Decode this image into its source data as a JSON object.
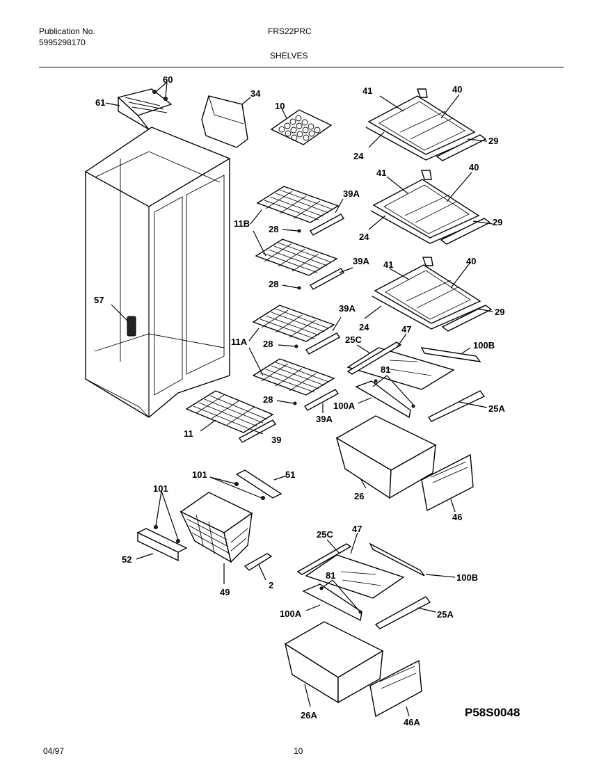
{
  "header": {
    "publication_label": "Publication No.",
    "publication_number": "5995298170",
    "model": "FRS22PRC",
    "section": "SHELVES"
  },
  "footer": {
    "date": "04/97",
    "page": "10"
  },
  "diagram_code": "P58S0048",
  "callouts": {
    "c60": "60",
    "c61": "61",
    "c34": "34",
    "c10": "10",
    "c41a": "41",
    "c40a": "40",
    "c24a": "24",
    "c29a": "29",
    "c41b": "41",
    "c40b": "40",
    "c24b": "24",
    "c29b": "29",
    "c41c": "41",
    "c40c": "40",
    "c24c": "24",
    "c29c": "29",
    "c39Aa": "39A",
    "c11B": "11B",
    "c28a": "28",
    "c39Ab": "39A",
    "c28b": "28",
    "c57": "57",
    "c39Ac": "39A",
    "c11A": "11A",
    "c28c": "28",
    "c28d": "28",
    "c39Ad": "39A",
    "c11": "11",
    "c39": "39",
    "c47a": "47",
    "c25Ca": "25C",
    "c100Ba": "100B",
    "c81a": "81",
    "c100Aa": "100A",
    "c25Aa": "25A",
    "c26": "26",
    "c46": "46",
    "c101a": "101",
    "c51": "51",
    "c101b": "101",
    "c52": "52",
    "c49": "49",
    "c2": "2",
    "c25Cb": "25C",
    "c47b": "47",
    "c100Bb": "100B",
    "c81b": "81",
    "c100Ab": "100A",
    "c25Ab": "25A",
    "c26A": "26A",
    "c46A": "46A"
  }
}
